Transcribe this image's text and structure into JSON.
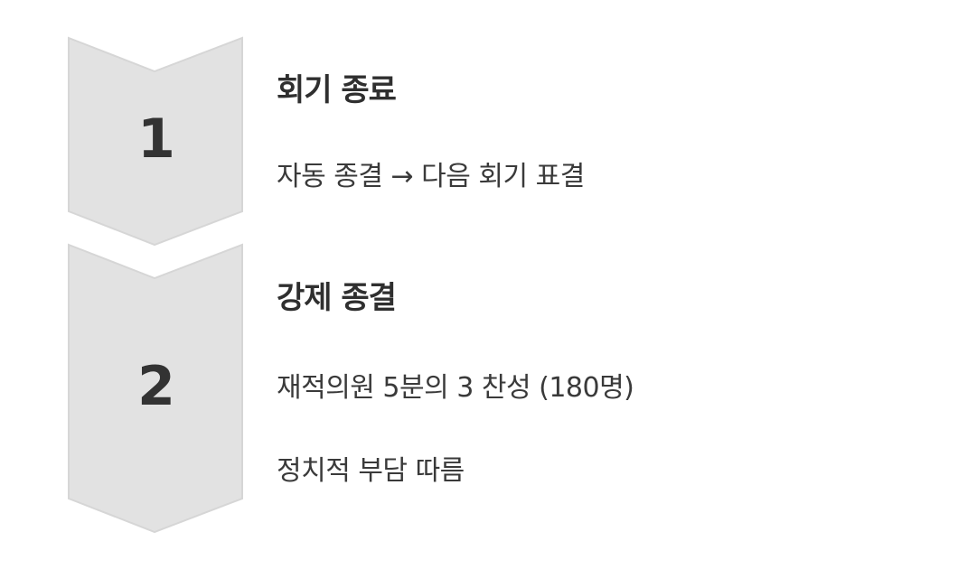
{
  "steps": [
    {
      "number": "1",
      "title": "회기 종료",
      "lines": [
        "자동 종결 → 다음 회기 표결"
      ]
    },
    {
      "number": "2",
      "title": "강제 종결",
      "lines": [
        "재적의원 5분의 3 찬성 (180명)",
        "정치적 부담 따름"
      ]
    }
  ],
  "colors": {
    "chevron_fill": "#e2e2e2",
    "chevron_stroke": "#d6d6d6",
    "text": "#333333"
  }
}
